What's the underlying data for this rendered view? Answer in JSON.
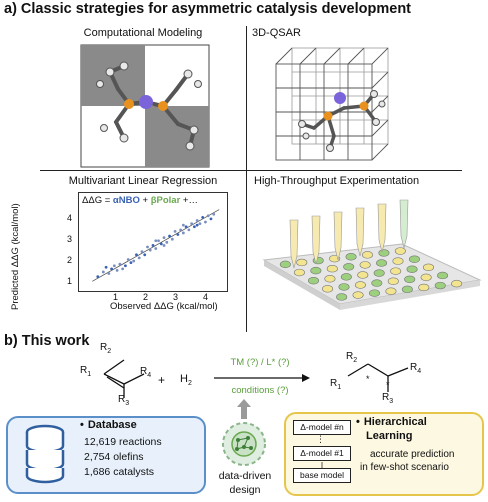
{
  "section_a": {
    "heading": "a) Classic strategies for asymmetric catalysis development",
    "panels": [
      {
        "title": "Computational Modeling"
      },
      {
        "title": "3D-QSAR"
      },
      {
        "title": "Multivariant Linear Regression"
      },
      {
        "title": "High-Throughput Experimentation"
      }
    ],
    "regression": {
      "equation_prefix": "ΔΔG = ",
      "term1": "αNBO",
      "plus1": " + ",
      "term2": "βPolar",
      "suffix": " +…",
      "xlabel": "Observed ΔΔG (kcal/mol)",
      "ylabel": "Predicted ΔΔG (kcal/mol)",
      "xticks": [
        "1",
        "2",
        "3",
        "4"
      ],
      "yticks": [
        "1",
        "2",
        "3",
        "4"
      ]
    }
  },
  "section_b": {
    "heading": "b) This work",
    "reaction": {
      "r1": "R",
      "r1_sub": "1",
      "r2": "R",
      "r2_sub": "2",
      "r3": "R",
      "r3_sub": "3",
      "r4": "R",
      "r4_sub": "4",
      "plus": "+",
      "h2": "H",
      "h2_sub": "2",
      "conditions_top": "TM (?) / L* (?)",
      "conditions_bottom": "conditions (?)",
      "p_r1": "R",
      "p_r1_sub": "1",
      "p_r2": "R",
      "p_r2_sub": "2",
      "p_r3": "R",
      "p_r3_sub": "3",
      "p_r4": "R",
      "p_r4_sub": "4",
      "star": "*"
    },
    "database": {
      "title": "Database",
      "items": [
        "12,619 reactions",
        "2,754 olefins",
        "1,686 catalysts"
      ]
    },
    "center": {
      "line1": "data-driven",
      "line2": "design"
    },
    "hierarchical": {
      "title_line1": "Hierarchical",
      "title_line2": "Learning",
      "desc_line1": "accurate prediction",
      "desc_line2": "in few-shot scenario",
      "models": [
        "Δ-model #n",
        "⋮",
        "Δ-model #1",
        "base model"
      ]
    }
  },
  "colors": {
    "phosphorus": "#e8911f",
    "metal": "#7b63d9",
    "blue_term": "#3a62b3",
    "green_term": "#6aa84f",
    "db_border": "#5b8fc9",
    "hl_border": "#e6c64a"
  },
  "chart_data": {
    "type": "scatter",
    "title": "",
    "xlabel": "Observed ΔΔG (kcal/mol)",
    "ylabel": "Predicted ΔΔG (kcal/mol)",
    "xlim": [
      0,
      5
    ],
    "ylim": [
      0,
      5
    ],
    "series": [
      {
        "values": [
          [
            0.5,
            0.6
          ],
          [
            0.7,
            0.9
          ],
          [
            0.9,
            0.8
          ],
          [
            1.0,
            1.1
          ],
          [
            1.2,
            1.0
          ],
          [
            1.3,
            1.4
          ],
          [
            1.5,
            1.3
          ],
          [
            1.6,
            1.7
          ],
          [
            1.8,
            1.6
          ],
          [
            1.9,
            2.0
          ],
          [
            2.0,
            1.8
          ],
          [
            2.1,
            2.2
          ],
          [
            2.2,
            2.0
          ],
          [
            2.3,
            2.5
          ],
          [
            2.4,
            2.3
          ],
          [
            2.5,
            2.6
          ],
          [
            2.6,
            2.4
          ],
          [
            2.7,
            2.9
          ],
          [
            2.8,
            2.7
          ],
          [
            2.9,
            3.1
          ],
          [
            3.0,
            2.8
          ],
          [
            3.1,
            3.2
          ],
          [
            3.2,
            3.0
          ],
          [
            3.3,
            3.5
          ],
          [
            3.4,
            3.3
          ],
          [
            3.5,
            3.6
          ],
          [
            3.6,
            3.4
          ],
          [
            3.7,
            3.8
          ],
          [
            3.8,
            3.6
          ],
          [
            3.9,
            4.0
          ],
          [
            4.0,
            3.8
          ],
          [
            4.1,
            4.2
          ],
          [
            4.2,
            4.0
          ],
          [
            4.3,
            4.4
          ],
          [
            4.4,
            4.1
          ],
          [
            4.5,
            4.5
          ],
          [
            4.6,
            4.3
          ],
          [
            4.7,
            4.6
          ],
          [
            1.1,
            1.3
          ],
          [
            1.7,
            1.5
          ],
          [
            2.9,
            2.6
          ],
          [
            3.6,
            3.9
          ],
          [
            0.8,
            1.2
          ],
          [
            1.4,
            1.1
          ],
          [
            2.6,
            2.9
          ],
          [
            4.1,
            3.9
          ]
        ]
      }
    ],
    "fit_line": [
      [
        0.3,
        0.3
      ],
      [
        4.9,
        4.9
      ]
    ]
  }
}
